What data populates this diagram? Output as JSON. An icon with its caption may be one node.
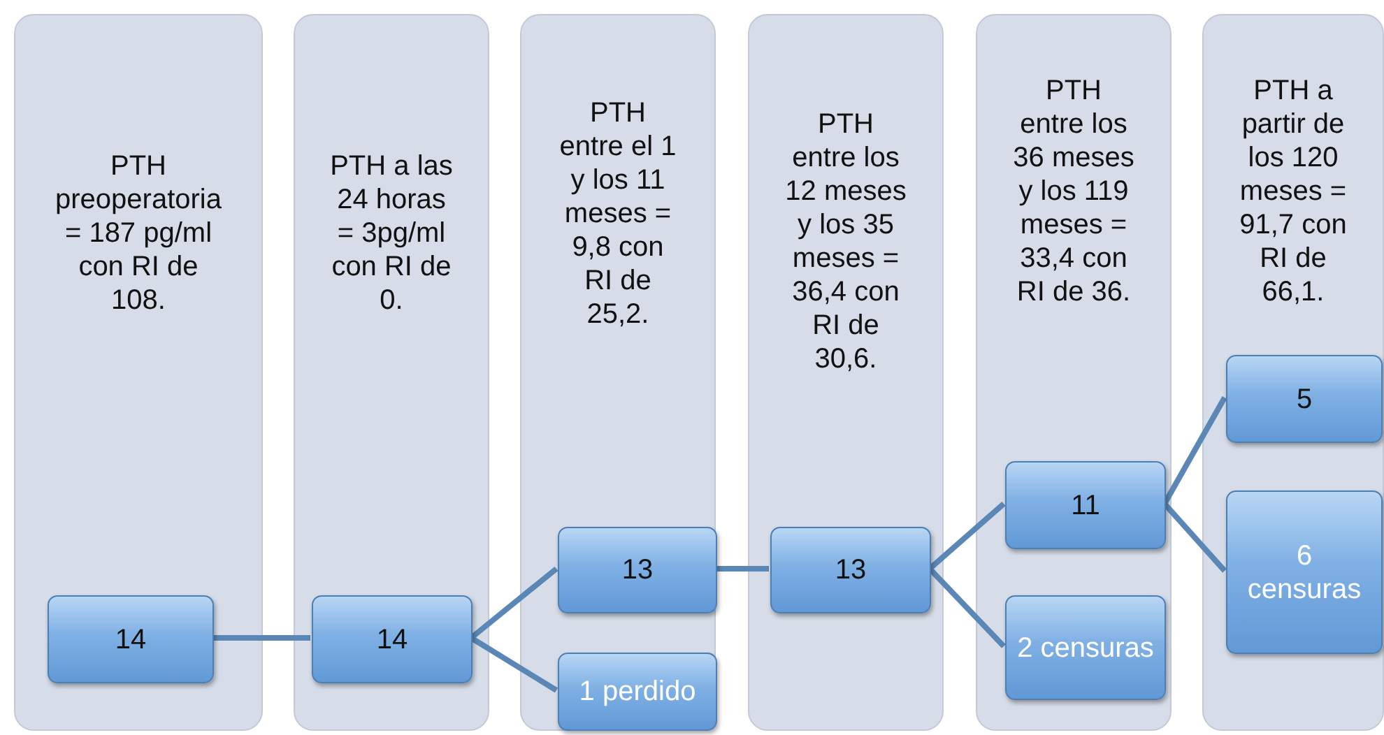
{
  "diagram": {
    "nodes": [
      {
        "text": [
          "PTH preoperatoria = 187 pg/ml con RI de 108."
        ]
      },
      {
        "text": [
          "14"
        ],
        "in": 0
      },
      {
        "text": [
          "PTH a las 24 horas = 3pg/ml con RI de 0."
        ]
      },
      {
        "text": [
          "14"
        ],
        "in": 2
      },
      {
        "text": [
          "PTH entre el 1 y los 11 meses = 9,8 con RI de 25,2."
        ]
      },
      {
        "text": [
          "13"
        ],
        "in": 4
      },
      {
        "text": [
          "1 perdido"
        ],
        "in": 4
      },
      {
        "text": [
          "PTH entre los 12 meses y los 35 meses = 36,4 con RI de 30,6."
        ]
      },
      {
        "text": [
          "13"
        ],
        "in": 7
      },
      {
        "text": [
          "PTH entre los 36 meses y los 119 meses = 33,4 con RI de 36."
        ]
      },
      {
        "text": [
          "11"
        ],
        "in": 9
      },
      {
        "text": [
          "2 censuras"
        ],
        "in": 9
      },
      {
        "text": [
          "PTH a partir de los 120 meses = 91,7 con RI de 66,1."
        ]
      },
      {
        "text": [
          "5"
        ],
        "in": 12
      },
      {
        "text": [
          "6 censuras"
        ],
        "in": 12
      }
    ],
    "edges": [
      {
        "from": 1,
        "to": 3,
        "arrow": "none"
      },
      {
        "from": 3,
        "to": 5,
        "arrow": "none"
      },
      {
        "from": 3,
        "to": 6,
        "arrow": "none"
      },
      {
        "from": 5,
        "to": 8,
        "arrow": "none"
      },
      {
        "from": 8,
        "to": 10,
        "arrow": "none"
      },
      {
        "from": 8,
        "to": 11,
        "arrow": "none"
      },
      {
        "from": 10,
        "to": 13,
        "arrow": "none"
      },
      {
        "from": 10,
        "to": 14,
        "arrow": "none"
      }
    ]
  }
}
